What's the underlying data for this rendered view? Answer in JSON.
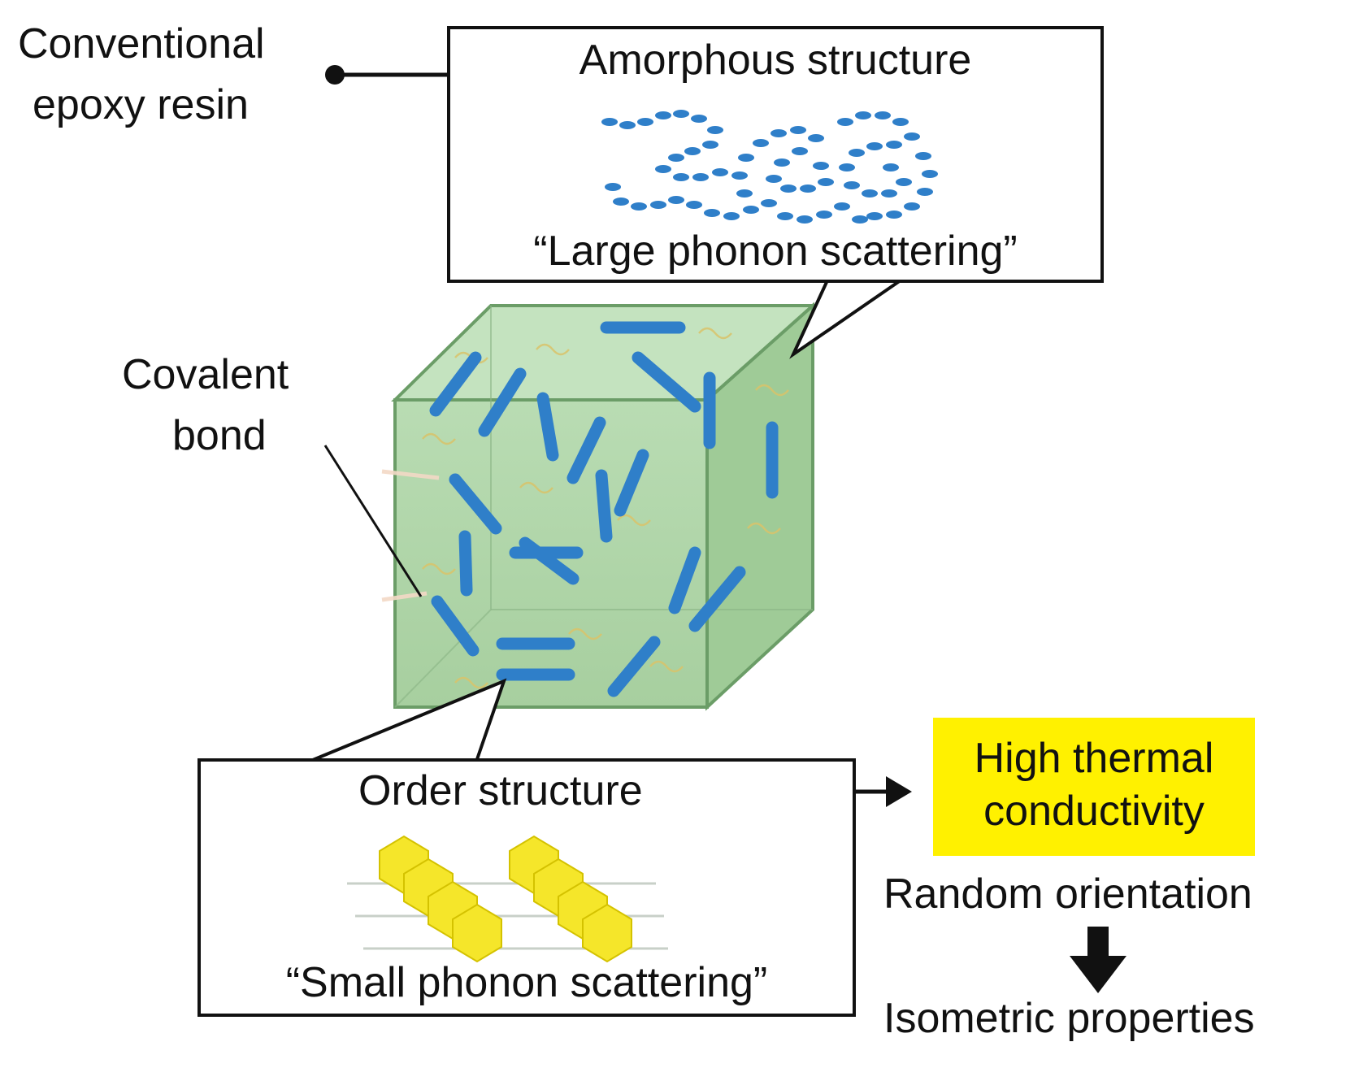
{
  "labels": {
    "conventional_line1": "Conventional",
    "conventional_line2": "epoxy resin",
    "amorphous_title": "Amorphous structure",
    "amorphous_caption": "“Large phonon scattering”",
    "covalent_line1": "Covalent",
    "covalent_line2": "bond",
    "order_title": "Order structure",
    "order_caption": "“Small phonon scattering”",
    "high_line1": "High thermal",
    "high_line2": "conductivity",
    "random_orientation": "Random orientation",
    "isometric_properties": "Isometric properties"
  },
  "icons": {
    "amorphous": "amorphous-chain-icon",
    "order": "hexagon-stack-icon",
    "cube": "crystal-cube-icon"
  },
  "colors": {
    "rod_blue": "#2f7fc9",
    "cube_green": "#a9d3a4",
    "highlight_yellow": "#fff100",
    "hexagon_yellow": "#f5e62a"
  }
}
